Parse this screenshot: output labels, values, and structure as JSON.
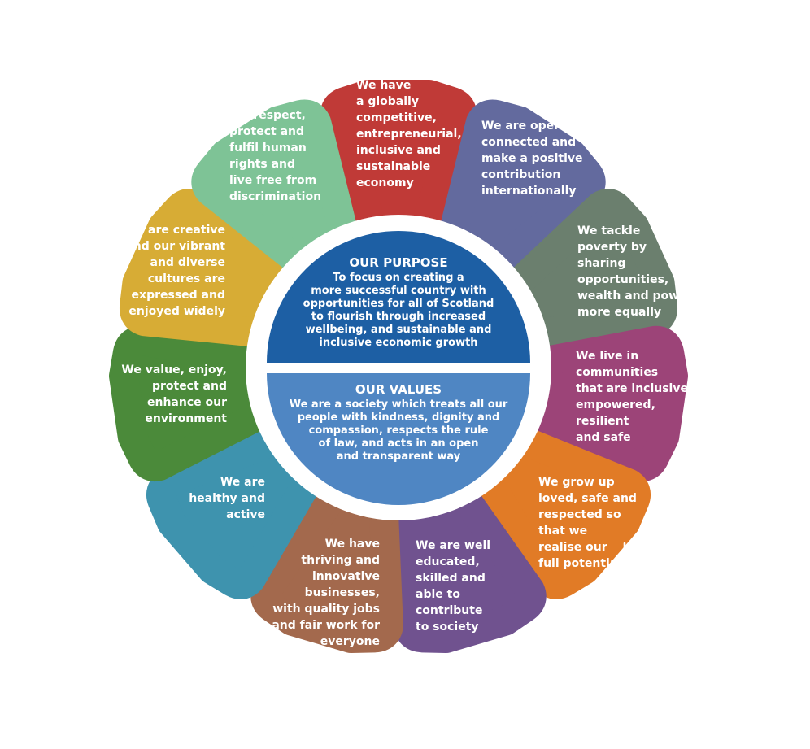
{
  "purpose": {
    "title": "OUR PURPOSE",
    "text": "To focus on creating a\nmore successful country with\nopportunities for all of Scotland\nto flourish through increased\nwellbeing, and sustainable and\ninclusive economic growth",
    "color": "#1d5fa4"
  },
  "values": {
    "title": "OUR VALUES",
    "text": "We are a society which treats all our\npeople with kindness, dignity and\ncompassion, respects the rule\nof law, and acts in an open\nand transparent way",
    "color": "#4f86c3"
  },
  "petals": [
    {
      "label": "We have\na globally\ncompetitive,\nentrepreneurial,\ninclusive and\nsustainable\neconomy",
      "icon": "globe-icon",
      "color": "#c03a37"
    },
    {
      "label": "We are open,\nconnected and\nmake a positive\ncontribution\ninternationally",
      "icon": "network-icon",
      "color": "#636a9e"
    },
    {
      "label": "We tackle\npoverty by\nsharing\nopportunities,\nwealth and power\nmore equally",
      "icon": "scales-icon",
      "color": "#6b7f6e"
    },
    {
      "label": "We live in\ncommunities\nthat are inclusive,\nempowered,\nresilient\nand safe",
      "icon": "people-icon",
      "color": "#9c4478"
    },
    {
      "label": "We grow up\nloved, safe and\nrespected so\nthat we\nrealise our\nfull potential",
      "icon": "heart-hands-icon",
      "color": "#e17b26"
    },
    {
      "label": "We are well\neducated,\nskilled and\nable to\ncontribute\nto society",
      "icon": "reading-person-icon",
      "color": "#70528f"
    },
    {
      "label": "We have\nthriving and\ninnovative\nbusinesses,\nwith quality jobs\nand fair work for\neveryone",
      "icon": "briefcase-icon",
      "color": "#a3694d"
    },
    {
      "label": "We are\nhealthy and\nactive",
      "icon": "heartbeat-icon",
      "color": "#3e93ae"
    },
    {
      "label": "We value, enjoy,\nprotect and\nenhance our\nenvironment",
      "icon": "leaf-icon",
      "color": "#4b8a3a"
    },
    {
      "label": "We are creative\nand our vibrant\nand diverse\ncultures are\nexpressed and\nenjoyed widely",
      "icon": "lightbulb-icon",
      "color": "#d7ac35"
    },
    {
      "label": "We respect,\nprotect and\nfulfil human\nrights and\nlive free from\ndiscrimination",
      "icon": "equals-icon",
      "color": "#7ec396"
    }
  ]
}
